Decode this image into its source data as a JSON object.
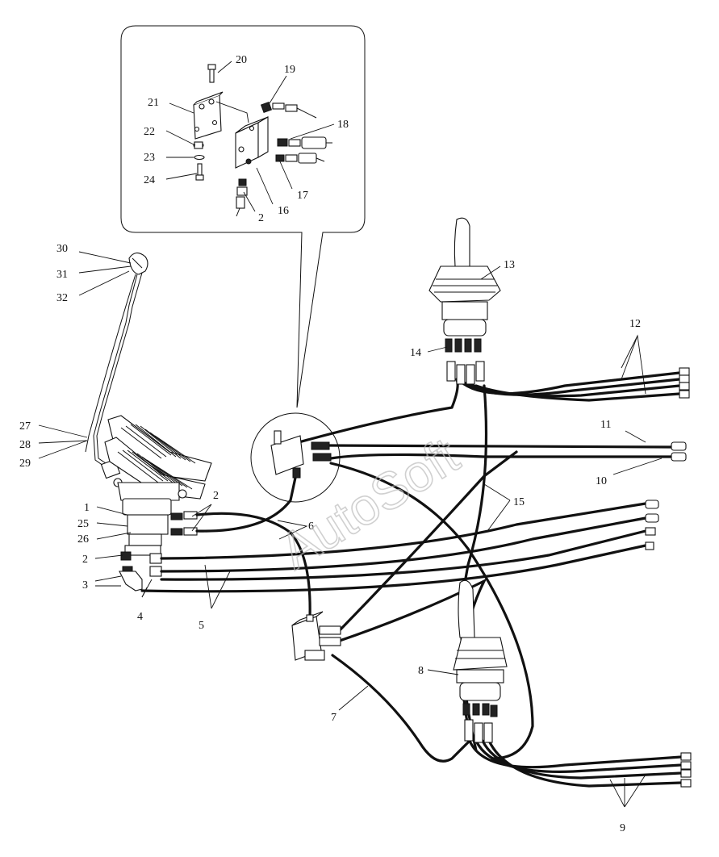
{
  "watermark": "AutoSoft",
  "callouts": [
    {
      "id": "c20",
      "text": "20"
    },
    {
      "id": "c19",
      "text": "19"
    },
    {
      "id": "c21",
      "text": "21"
    },
    {
      "id": "c18",
      "text": "18"
    },
    {
      "id": "c22",
      "text": "22"
    },
    {
      "id": "c23",
      "text": "23"
    },
    {
      "id": "c24",
      "text": "24"
    },
    {
      "id": "c17",
      "text": "17"
    },
    {
      "id": "c16",
      "text": "16"
    },
    {
      "id": "c2a",
      "text": "2"
    },
    {
      "id": "c30",
      "text": "30"
    },
    {
      "id": "c31",
      "text": "31"
    },
    {
      "id": "c32",
      "text": "32"
    },
    {
      "id": "c13",
      "text": "13"
    },
    {
      "id": "c12",
      "text": "12"
    },
    {
      "id": "c14",
      "text": "14"
    },
    {
      "id": "c27",
      "text": "27"
    },
    {
      "id": "c28",
      "text": "28"
    },
    {
      "id": "c29",
      "text": "29"
    },
    {
      "id": "c11",
      "text": "11"
    },
    {
      "id": "c10",
      "text": "10"
    },
    {
      "id": "c2b",
      "text": "2"
    },
    {
      "id": "c1",
      "text": "1"
    },
    {
      "id": "c25",
      "text": "25"
    },
    {
      "id": "c26",
      "text": "26"
    },
    {
      "id": "c6",
      "text": "6"
    },
    {
      "id": "c15",
      "text": "15"
    },
    {
      "id": "c2c",
      "text": "2"
    },
    {
      "id": "c3",
      "text": "3"
    },
    {
      "id": "c4",
      "text": "4"
    },
    {
      "id": "c5",
      "text": "5"
    },
    {
      "id": "c8",
      "text": "8"
    },
    {
      "id": "c7",
      "text": "7"
    },
    {
      "id": "c9",
      "text": "9"
    }
  ]
}
